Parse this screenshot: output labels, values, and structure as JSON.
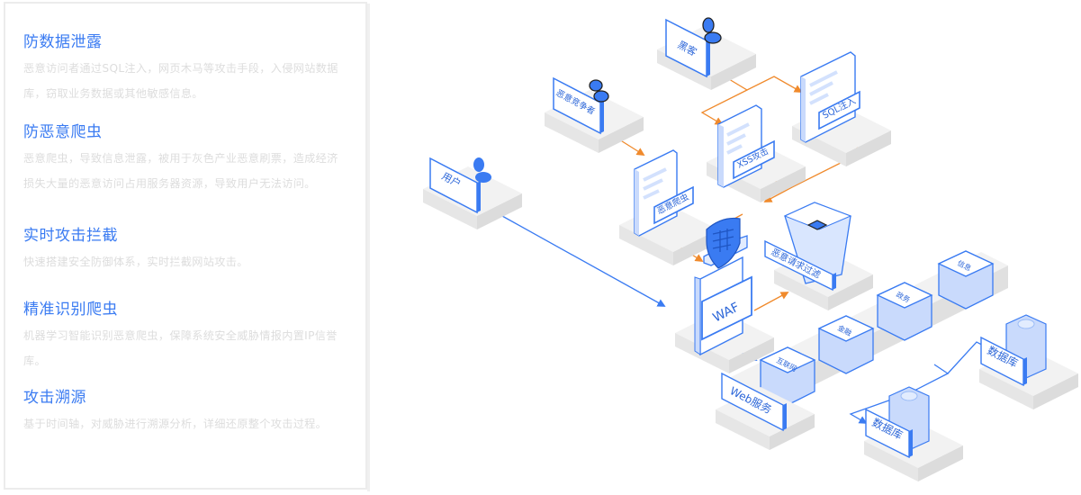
{
  "features": [
    {
      "title": "防数据泄露",
      "description": "恶意访问者通过SQL注入，网页木马等攻击手段，入侵网站数据库，窃取业务数据或其他敏感信息。"
    },
    {
      "title": "防恶意爬虫",
      "description": "恶意爬虫，导致信息泄露，被用于灰色产业恶意刷票，造成经济损失大量的恶意访问占用服务器资源，导致用户无法访问。"
    },
    {
      "title": "实时攻击拦截",
      "description": "快速搭建安全防御体系，实时拦截网站攻击。"
    },
    {
      "title": "精准识别爬虫",
      "description": "机器学习智能识别恶意爬虫，保障系统安全威胁情报内置IP信誉库。"
    },
    {
      "title": "攻击溯源",
      "description": "基于时间轴，对威胁进行溯源分析，详细还原整个攻击过程。"
    }
  ],
  "diagram": {
    "actors": {
      "hacker": "黑客",
      "competitor": "恶意竞争者",
      "user": "用户"
    },
    "attacks": {
      "sql_injection": "SQL注入",
      "xss": "XSS攻击",
      "crawler": "恶意爬虫"
    },
    "waf": "WAF",
    "filter": "恶意请求过滤",
    "services": {
      "internet": "互联网",
      "finance": "金融",
      "government": "政务",
      "info": "信息",
      "web": "Web服务",
      "database_1": "数据库",
      "database_2": "数据库"
    },
    "colors": {
      "accent_blue": "#3a7bf2",
      "attack_orange": "#f08a2c",
      "light_blue_fill": "#c9dafc",
      "platform_gray": "#eeeeee"
    }
  }
}
